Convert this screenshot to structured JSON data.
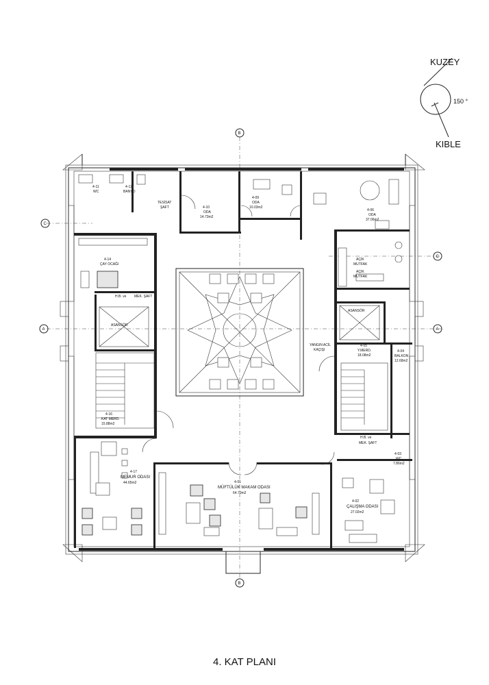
{
  "title": "4. KAT PLANI",
  "compass": {
    "north": "KUZEY",
    "qibla": "KIBLE",
    "angle": "150 °"
  },
  "grid": {
    "a": "A",
    "b": "B",
    "c": "C"
  },
  "rooms": {
    "r401": {
      "id": "4-01",
      "name": "MÜFTÜLÜK MAKAM ODASI",
      "area": "64.70m2"
    },
    "r402": {
      "id": "4-02",
      "name": "ÇALIŞMA ODASI",
      "area": "27.02m2"
    },
    "r403": {
      "id": "4-03",
      "name": "WC",
      "area": "7.86m2"
    },
    "r404": {
      "id": "4-04",
      "name": "BALKON",
      "area": "12.68m2"
    },
    "r405": {
      "id": "4-05",
      "name": "Y.MERD.",
      "area": "18.08m2"
    },
    "r406": {
      "id": "4-06",
      "name": "ODA",
      "area": "37.06m2"
    },
    "r409": {
      "id": "4-09",
      "name": "ODA",
      "area": "10.03m2"
    },
    "r410": {
      "id": "4-10",
      "name": "ODA",
      "area": "14.73m2"
    },
    "r411": {
      "id": "4-11",
      "name": "WC",
      "area": ""
    },
    "r412": {
      "id": "4-12",
      "name": "BANYO",
      "area": ""
    },
    "r414": {
      "id": "4-14",
      "name": "ÇAY OCAĞI",
      "area": ""
    },
    "r416": {
      "id": "4-16",
      "name": "KAT MERD.",
      "area": "15.88m2"
    },
    "r417": {
      "id": "4-17",
      "name": "MEMUR ODASI",
      "area": "44.65m2"
    }
  },
  "labels": {
    "tesisat": "TESİSAT",
    "saft": "ŞAFT",
    "hb_ve": "H.B. ve",
    "mek_saft": "MEK. ŞAFT",
    "asansor": "ASANSÖR",
    "acik_mutfak": "AÇIK",
    "mutfak": "MUTFAK",
    "yangin": "YANGIN ACİL",
    "kacisi": "KAÇIŞI"
  }
}
